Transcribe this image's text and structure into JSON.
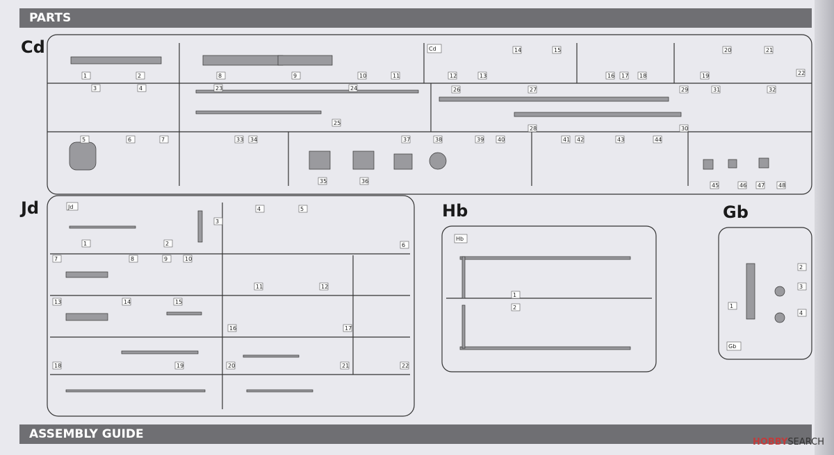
{
  "headers": {
    "parts": "PARTS",
    "assembly": "ASSEMBLY GUIDE"
  },
  "sprues": {
    "cd": {
      "label": "Cd",
      "tag": "Cd",
      "numbers": [
        "1",
        "2",
        "3",
        "4",
        "5",
        "6",
        "7",
        "8",
        "9",
        "10",
        "11",
        "12",
        "13",
        "14",
        "15",
        "16",
        "17",
        "18",
        "19",
        "20",
        "21",
        "22",
        "23",
        "24",
        "25",
        "26",
        "27",
        "28",
        "29",
        "30",
        "31",
        "32",
        "33",
        "34",
        "35",
        "36",
        "37",
        "38",
        "39",
        "40",
        "41",
        "42",
        "43",
        "44",
        "45",
        "46",
        "47",
        "48"
      ]
    },
    "jd": {
      "label": "Jd",
      "tag": "Jd",
      "numbers": [
        "1",
        "2",
        "3",
        "4",
        "5",
        "6",
        "7",
        "8",
        "9",
        "10",
        "11",
        "12",
        "13",
        "14",
        "15",
        "16",
        "17",
        "18",
        "19",
        "20",
        "21",
        "22"
      ]
    },
    "hb": {
      "label": "Hb",
      "tag": "Hb",
      "numbers": [
        "1",
        "2"
      ]
    },
    "gb": {
      "label": "Gb",
      "tag": "Gb",
      "numbers": [
        "1",
        "2",
        "3",
        "4"
      ]
    }
  },
  "watermark": {
    "brand": "HOBBY",
    "suffix": "SEARCH"
  }
}
